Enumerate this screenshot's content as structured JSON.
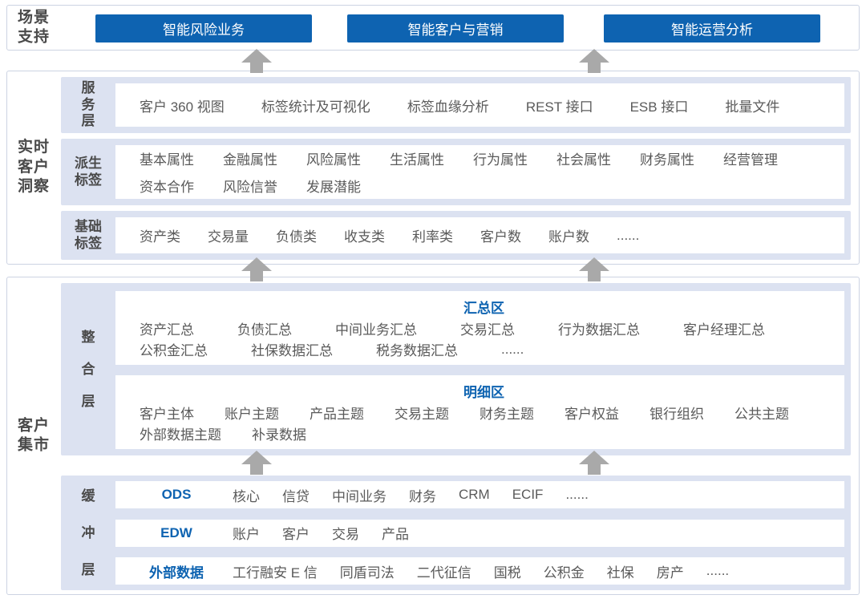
{
  "colors": {
    "accent_blue": "#0e63b1",
    "container_bg": "#dce2f1",
    "border": "#ccd3e2",
    "arrow_gray": "#a9a9a9",
    "label_text": "#4a4a4a",
    "item_text": "#5a5a5a"
  },
  "scenario_support": {
    "label": "场景\n支持",
    "buttons": [
      "智能风险业务",
      "智能客户与营销",
      "智能运营分析"
    ]
  },
  "realtime_insight": {
    "label": "实时\n客户\n洞察",
    "service_layer": {
      "label": "服\n务\n层",
      "items": [
        "客户 360 视图",
        "标签统计及可视化",
        "标签血缘分析",
        "REST 接口",
        "ESB 接口",
        "批量文件"
      ]
    },
    "derived_tags": {
      "label": "派生\n标签",
      "line1": [
        "基本属性",
        "金融属性",
        "风险属性",
        "生活属性",
        "行为属性",
        "社会属性",
        "财务属性",
        "经营管理"
      ],
      "line2": [
        "资本合作",
        "风险信誉",
        "发展潜能"
      ]
    },
    "basic_tags": {
      "label": "基础\n标签",
      "items": [
        "资产类",
        "交易量",
        "负债类",
        "收支类",
        "利率类",
        "客户数",
        "账户数",
        "......"
      ]
    }
  },
  "customer_mart": {
    "label": "客户\n集市",
    "integration_layer": {
      "label": "整\n合\n层",
      "summary_zone": {
        "title": "汇总区",
        "line1": [
          "资产汇总",
          "负债汇总",
          "中间业务汇总",
          "交易汇总",
          "行为数据汇总",
          "客户经理汇总"
        ],
        "line2": [
          "公积金汇总",
          "社保数据汇总",
          "税务数据汇总",
          "......"
        ]
      },
      "detail_zone": {
        "title": "明细区",
        "line1": [
          "客户主体",
          "账户主题",
          "产品主题",
          "交易主题",
          "财务主题",
          "客户权益",
          "银行组织",
          "公共主题"
        ],
        "line2": [
          "外部数据主题",
          "补录数据"
        ]
      }
    },
    "buffer_layer": {
      "label": "缓\n冲\n层",
      "rows": [
        {
          "title": "ODS",
          "items": [
            "核心",
            "信贷",
            "中间业务",
            "财务",
            "CRM",
            "ECIF",
            "......"
          ]
        },
        {
          "title": "EDW",
          "items": [
            "账户",
            "客户",
            "交易",
            "产品"
          ]
        },
        {
          "title": "外部数据",
          "items": [
            "工行融安 E 信",
            "同盾司法",
            "二代征信",
            "国税",
            "公积金",
            "社保",
            "房产",
            "......"
          ]
        }
      ]
    }
  }
}
